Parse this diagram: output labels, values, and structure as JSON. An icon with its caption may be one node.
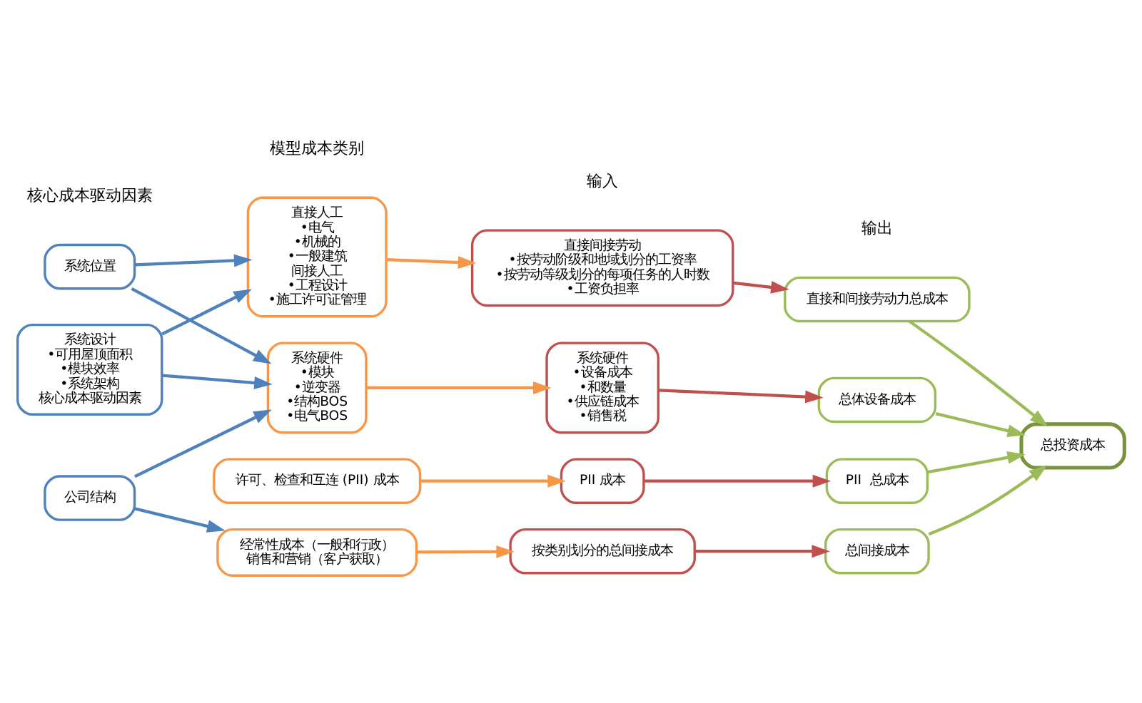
{
  "diagram": {
    "nodes": [
      {
        "text": [
          "系统设计",
          "•可用屋顶面积",
          "•模块效率",
          "•系统架构",
          "核心成本驱动因素"
        ]
      },
      {
        "text": [
          "系统位置"
        ]
      },
      {
        "text": [
          "公司结构"
        ]
      },
      {
        "text": [
          "系统硬件",
          "•模块",
          "•逆变器",
          "•结构BOS",
          "•电气BOS"
        ]
      },
      {
        "text": [
          "直接人工",
          "•电气",
          "•机械的",
          "•一般建筑",
          "间接人工",
          "•工程设计",
          "•施工许可证管理"
        ]
      },
      {
        "text": [
          "许可、检查和互连 (PII) 成本"
        ]
      },
      {
        "text": [
          "经常性成本（一般和行政）",
          "销售和营销（客户获取）"
        ]
      },
      {
        "text": [
          "系统硬件",
          "•设备成本",
          "•和数量",
          "•供应链成本",
          "•销售税"
        ]
      },
      {
        "text": [
          "直接间接劳动",
          "•按劳动阶级和地域划分的工资率",
          "•按劳动等级划分的每项任务的人时数",
          "•工资负担率"
        ]
      },
      {
        "text": [
          "PII 成本"
        ]
      },
      {
        "text": [
          "按类别划分的总间接成本"
        ]
      },
      {
        "text": [
          "总体设备成本"
        ]
      },
      {
        "text": [
          "直接和间接劳动力总成本"
        ]
      },
      {
        "text": [
          "PII  总成本"
        ]
      },
      {
        "text": [
          "总间接成本"
        ]
      },
      {
        "text": [
          "总投资成本"
        ]
      }
    ],
    "edges": [
      {
        "from": 0,
        "to": 3,
        "arrow": "to"
      },
      {
        "from": 0,
        "to": 4,
        "arrow": "to"
      },
      {
        "from": 1,
        "to": 4,
        "arrow": "to"
      },
      {
        "from": 1,
        "to": 3,
        "arrow": "to"
      },
      {
        "from": 2,
        "to": 3,
        "arrow": "to"
      },
      {
        "from": 2,
        "to": 6,
        "arrow": "to"
      },
      {
        "from": 3,
        "to": 7,
        "arrow": "to",
        "color": "#f79646"
      },
      {
        "from": 4,
        "to": 8,
        "arrow": "to",
        "color": "#f79646"
      },
      {
        "from": 5,
        "to": 9,
        "arrow": "to",
        "color": "#f79646"
      },
      {
        "from": 6,
        "to": 10,
        "arrow": "to",
        "color": "#f79646"
      },
      {
        "from": 7,
        "to": 11,
        "arrow": "to",
        "color": "#c0504d"
      },
      {
        "from": 8,
        "to": 12,
        "arrow": "to",
        "color": "#c0504d"
      },
      {
        "from": 9,
        "to": 13,
        "arrow": "to",
        "color": "#c0504d"
      },
      {
        "from": 10,
        "to": 14,
        "arrow": "to",
        "color": "#c0504d"
      },
      {
        "from": 11,
        "to": 15,
        "arrow": "to",
        "color": "#9bbb59"
      },
      {
        "from": 12,
        "to": 15,
        "arrow": "to",
        "color": "#9bbb59"
      },
      {
        "from": 13,
        "to": 15,
        "arrow": "to",
        "color": "#9bbb59"
      },
      {
        "from": 14,
        "to": 15,
        "arrow": "to",
        "color": "#9bbb59"
      }
    ],
    "labels": [
      "核心成本驱动因素",
      "模型成本类别",
      "输入",
      "输出"
    ]
  }
}
